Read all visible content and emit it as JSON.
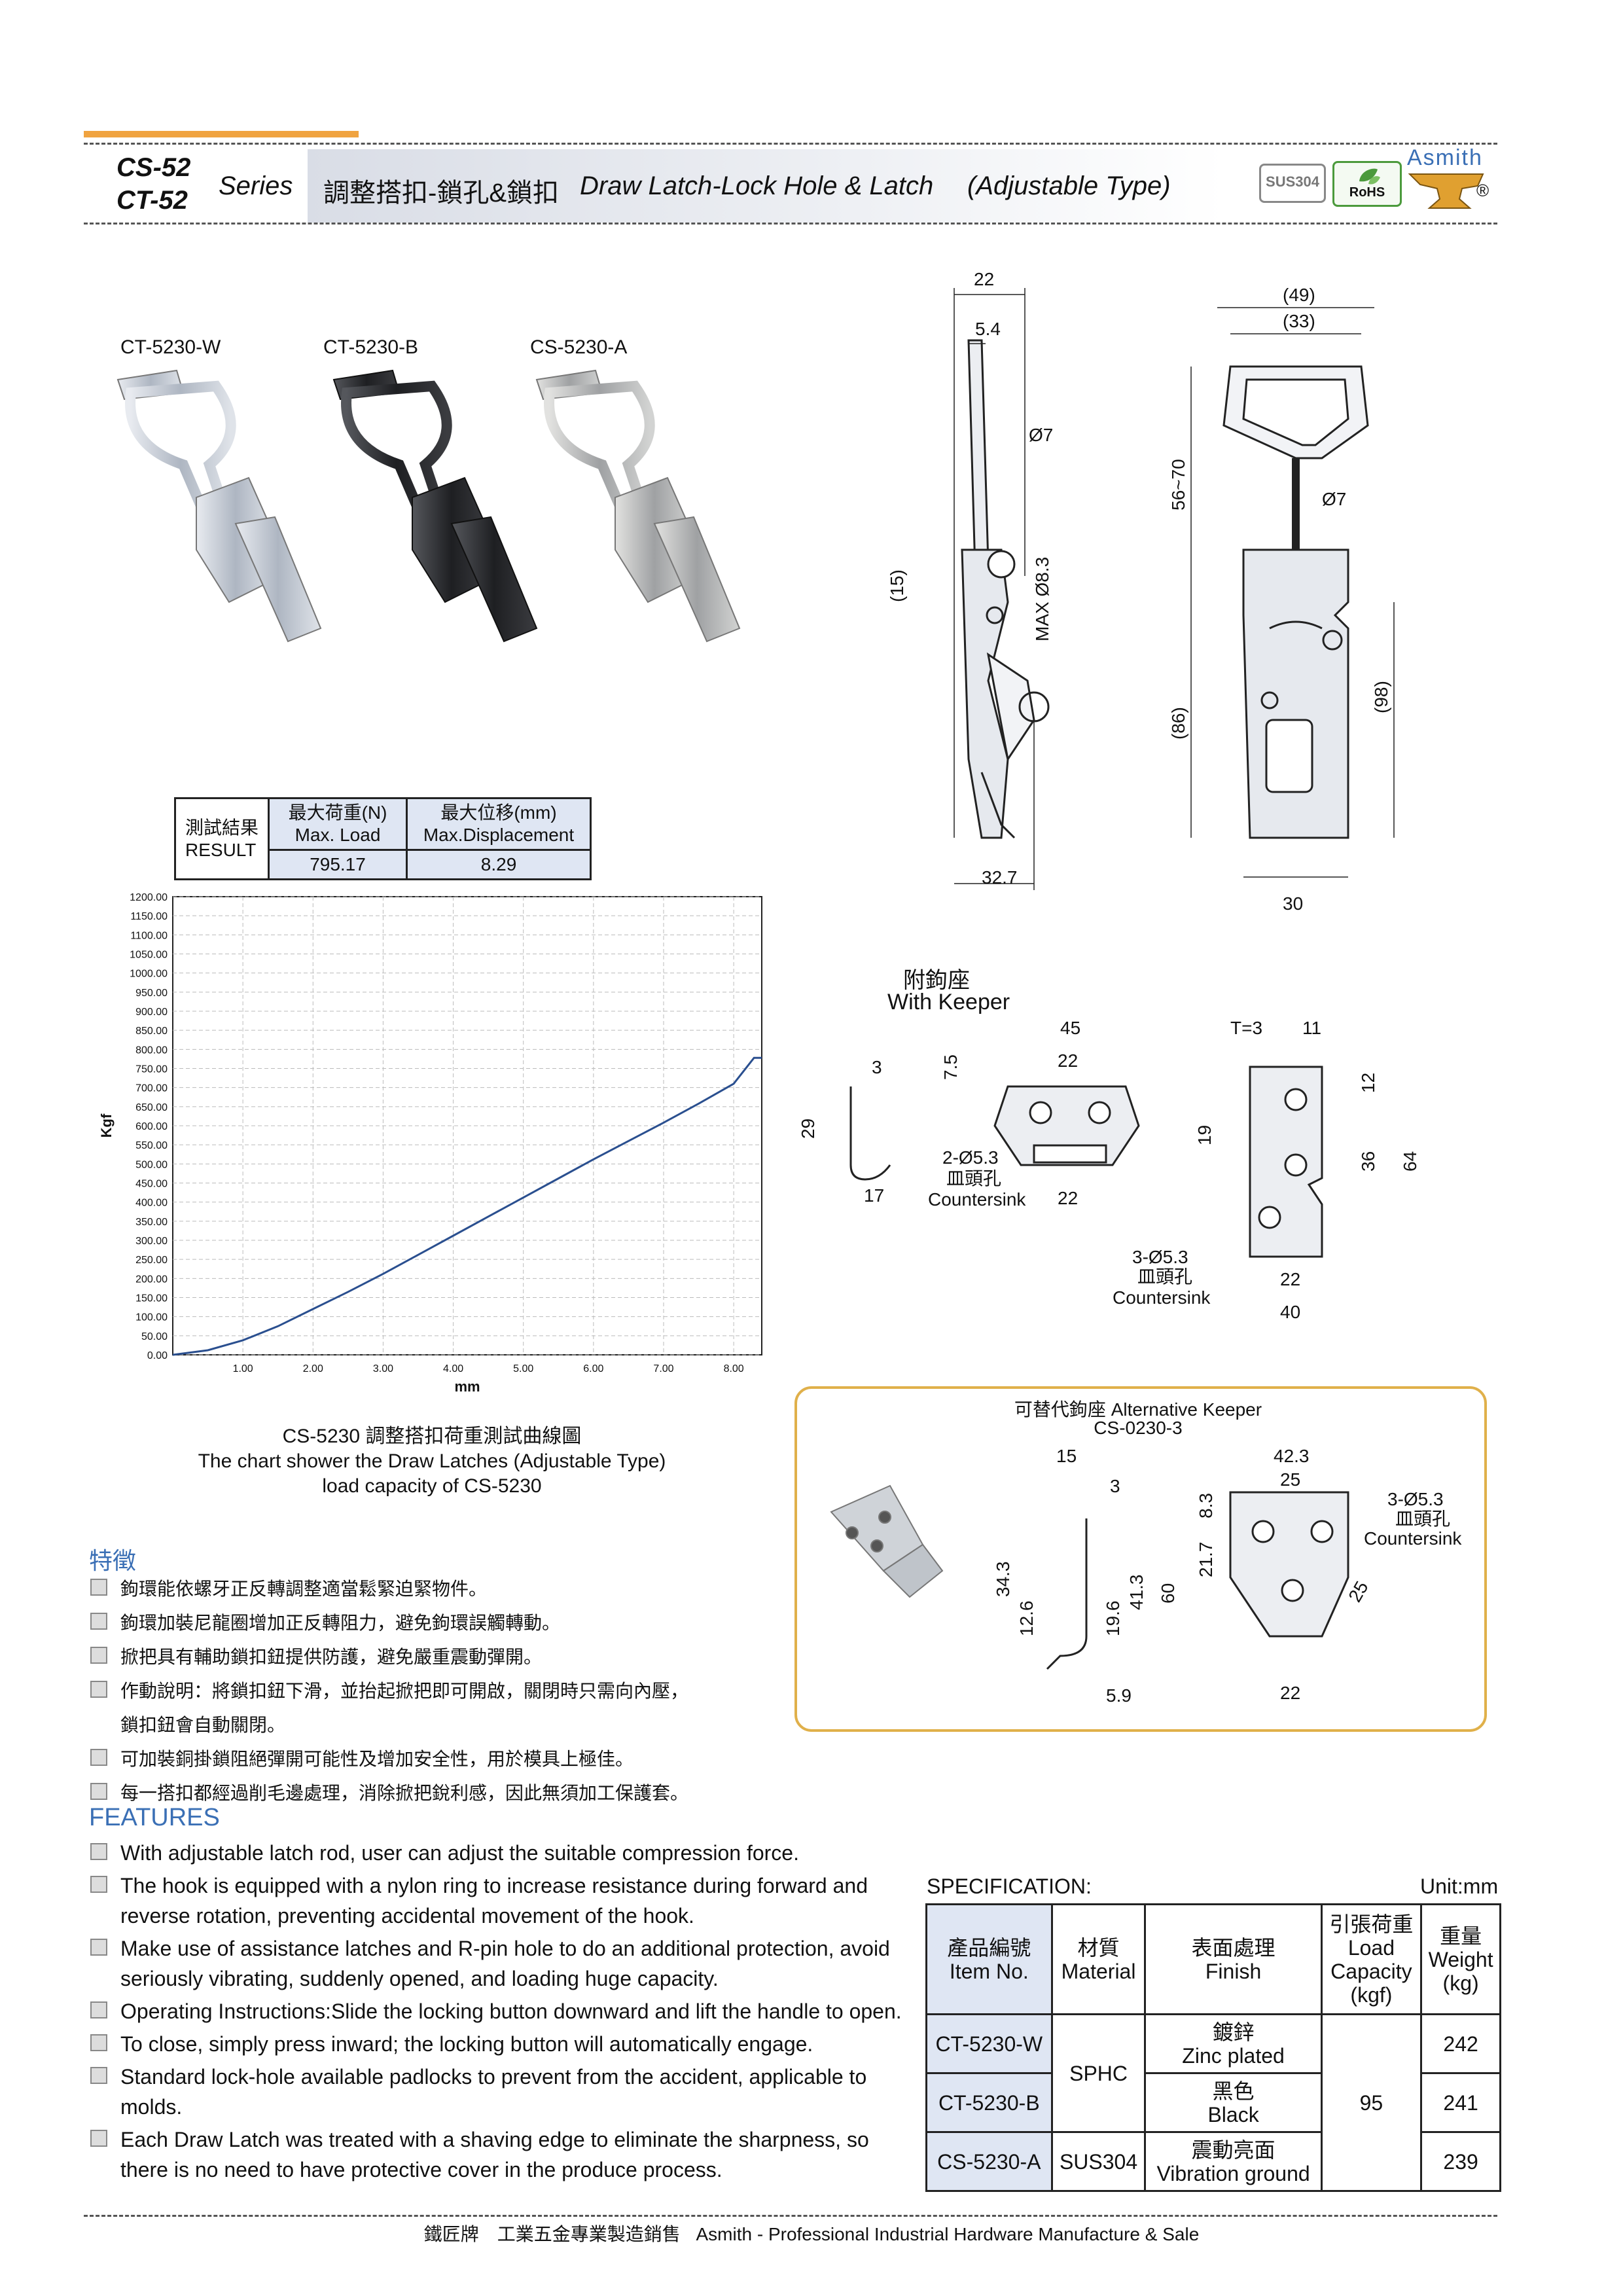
{
  "header": {
    "code1": "CS-52",
    "code2": "CT-52",
    "series": "Series",
    "title_cn": "調整搭扣-鎖孔&鎖扣",
    "title_en": "Draw Latch-Lock Hole & Latch",
    "title_type": "(Adjustable Type)",
    "badge_sus": "SUS304",
    "badge_rohs": "RoHS",
    "brand": "Asmith",
    "brand_mark": "®"
  },
  "products": [
    {
      "label": "CT-5230-W",
      "color": "#c9ced6"
    },
    {
      "label": "CT-5230-B",
      "color": "#2a2b2e"
    },
    {
      "label": "CS-5230-A",
      "color": "#b9bcc0"
    }
  ],
  "result_table": {
    "row_label_cn": "測試結果",
    "row_label_en": "RESULT",
    "col1_cn": "最大荷重(N)",
    "col1_en": "Max. Load",
    "col2_cn": "最大位移(mm)",
    "col2_en": "Max.Displacement",
    "max_load": "795.17",
    "max_disp": "8.29"
  },
  "chart_data": {
    "type": "line",
    "title": "",
    "xlabel": "mm",
    "ylabel": "Kgf",
    "xlim": [
      0,
      8.4
    ],
    "ylim": [
      0,
      1200
    ],
    "x_ticks": [
      "1.00",
      "2.00",
      "3.00",
      "4.00",
      "5.00",
      "6.00",
      "7.00",
      "8.00"
    ],
    "y_ticks": [
      "0.00",
      "50.00",
      "100.00",
      "150.00",
      "200.00",
      "250.00",
      "300.00",
      "350.00",
      "400.00",
      "450.00",
      "500.00",
      "550.00",
      "600.00",
      "650.00",
      "700.00",
      "750.00",
      "800.00",
      "850.00",
      "900.00",
      "950.00",
      "1000.00",
      "1050.00",
      "1100.00",
      "1150.00",
      "1200.00"
    ],
    "grid": true,
    "series": [
      {
        "x": [
          0,
          0.5,
          1.0,
          1.5,
          2.0,
          2.5,
          3.0,
          3.5,
          4.0,
          4.5,
          5.0,
          5.5,
          6.0,
          6.5,
          7.0,
          7.5,
          8.0,
          8.29,
          8.4
        ],
        "y": [
          0,
          12,
          38,
          75,
          120,
          165,
          212,
          262,
          312,
          362,
          412,
          462,
          512,
          560,
          608,
          658,
          710,
          778,
          778
        ]
      }
    ],
    "caption_cn": "CS-5230 調整搭扣荷重測試曲線圖",
    "caption_en1": "The chart shower the Draw Latches (Adjustable Type)",
    "caption_en2": "load capacity of CS-5230"
  },
  "drawing": {
    "side_dims": [
      "22",
      "5.4",
      "Ø7",
      "(15)",
      "MAX Ø8.3",
      "32.7"
    ],
    "front_dims": [
      "(49)",
      "(33)",
      "56~70",
      "Ø7",
      "(86)",
      "(98)",
      "30"
    ],
    "keeper_title_cn": "附鉤座",
    "keeper_title_en": "With Keeper",
    "keeper_dims": [
      "3",
      "29",
      "17",
      "7.5",
      "45",
      "22",
      "22",
      "T=3",
      "11",
      "12",
      "19",
      "36",
      "64",
      "22",
      "40"
    ],
    "countersink2_cn": "2-Ø5.3",
    "countersink2_cn2": "皿頭孔",
    "countersink_en": "Countersink",
    "countersink3_cn": "3-Ø5.3",
    "countersink3_cn2": "皿頭孔",
    "alt_title": "可替代鉤座 Alternative Keeper",
    "alt_code": "CS-0230-3",
    "alt_dims": [
      "15",
      "3",
      "34.3",
      "12.6",
      "19.6",
      "41.3",
      "60",
      "5.9",
      "42.3",
      "25",
      "21.7",
      "8.3",
      "25",
      "22"
    ],
    "alt_countersink1": "3-Ø5.3",
    "alt_countersink2": "皿頭孔",
    "alt_countersink3": "Countersink"
  },
  "features_cn": {
    "title": "特徵",
    "items": [
      "鉤環能依螺牙正反轉調整適當鬆緊迫緊物件。",
      "鉤環加裝尼龍圈增加正反轉阻力，避免鉤環誤觸轉動。",
      "掀把具有輔助鎖扣鈕提供防護，避免嚴重震動彈開。",
      "作動說明：將鎖扣鈕下滑，並抬起掀把即可開啟，關閉時只需向內壓，",
      "可加裝銅掛鎖阻絕彈開可能性及增加安全性，用於模具上極佳。",
      "每一搭扣都經過削毛邊處理，消除掀把銳利感，因此無須加工保護套。"
    ],
    "item4_cont": "鎖扣鈕會自動關閉。"
  },
  "features_en": {
    "title": "FEATURES",
    "items": [
      "With adjustable latch rod, user can adjust the suitable compression force.",
      "The hook is equipped with a nylon ring to increase resistance during forward and reverse rotation, preventing accidental movement of the hook.",
      "Make use of assistance latches and R-pin hole to do an additional protection, avoid seriously vibrating, suddenly opened, and loading huge capacity.",
      "Operating Instructions:Slide the locking button downward and lift the handle to open.",
      "To close, simply press inward; the locking button will automatically engage.",
      "Standard lock-hole available padlocks to prevent from the accident, applicable to molds.",
      "Each Draw Latch was treated with a shaving edge to eliminate the sharpness, so there is no need to have protective cover in the produce process."
    ]
  },
  "spec": {
    "title": "SPECIFICATION:",
    "unit": "Unit:mm",
    "h_item_cn": "產品編號",
    "h_item_en": "Item No.",
    "h_mat_cn": "材質",
    "h_mat_en": "Material",
    "h_fin_cn": "表面處理",
    "h_fin_en": "Finish",
    "h_cap_cn": "引張荷重",
    "h_cap_en1": "Load",
    "h_cap_en2": "Capacity",
    "h_cap_en3": "(kgf)",
    "h_w_cn": "重量",
    "h_w_en1": "Weight",
    "h_w_en2": "(kg)",
    "rows": [
      {
        "item": "CT-5230-W",
        "finish_cn": "鍍鋅",
        "finish_en": "Zinc plated",
        "weight": "242"
      },
      {
        "item": "CT-5230-B",
        "finish_cn": "黑色",
        "finish_en": "Black",
        "weight": "241"
      },
      {
        "item": "CS-5230-A",
        "material": "SUS304",
        "finish_cn": "震動亮面",
        "finish_en": "Vibration ground",
        "weight": "239"
      }
    ],
    "material_sphc": "SPHC",
    "capacity": "95"
  },
  "footer": {
    "cn": "鐵匠牌　工業五金專業製造銷售",
    "en": "Asmith - Professional Industrial Hardware Manufacture & Sale"
  },
  "colors": {
    "accent": "#3a6fb5",
    "orange": "#f0a340",
    "keeper_border": "#e0b04a",
    "curve": "#2a4f8f"
  }
}
